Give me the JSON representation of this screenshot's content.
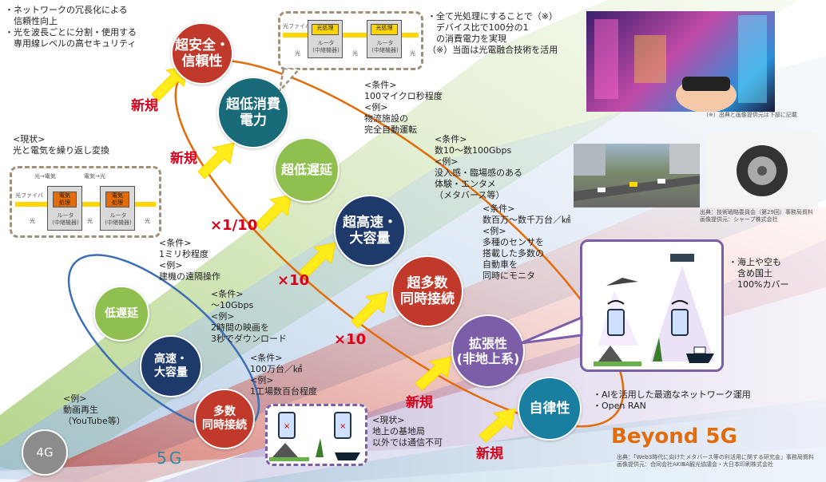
{
  "gen4": {
    "label": "4G",
    "example": "<例>\n動画再生\n（YouTube等）"
  },
  "gen5": {
    "label": "5G",
    "c_low_latency": "低遅延",
    "c_high_capacity": "高速・\n大容量",
    "c_multi": "多数\n同時接続",
    "cond_low_latency": "<条件>\n1ミリ秒程度\n<例>\n建機の遠隔操作",
    "cond_high_capacity": "<条件>\n～10Gbps\n<例>\n2時間の映画を\n3秒でダウンロード",
    "cond_multi": "<条件>\n100万台／㎢\n<例>\n1工場数百台程度"
  },
  "b5g": {
    "label": "Beyond 5G",
    "c_security": "超安全・\n信頼性",
    "c_power": "超低消費\n電力",
    "c_ultra_low_latency": "超低遅延",
    "c_ultra_high_capacity": "超高速・\n大容量",
    "c_ultra_multi": "超多数\n同時接続",
    "c_expand": "拡張性\n(非地上系)",
    "c_autonomy": "自律性",
    "cond_ultra_low_latency": "<条件>\n100マイクロ秒程度\n<例>\n物流施設の\n完全自動運転",
    "cond_ultra_high_capacity": "<条件>\n数10～数100Gbps\n<例>\n没入感・臨場感のある\n体験・エンタメ\n（メタバース等）",
    "cond_ultra_multi": "<条件>\n数百万～数千万台／㎢\n<例>\n多種のセンサを\n搭載した多数の\n自動車を\n同時にモニタ"
  },
  "multipliers": {
    "m1": "×1/10",
    "m2": "×10",
    "m3": "×10"
  },
  "new_label": "新規",
  "notes": {
    "security": "・ネットワークの冗長化による\n　信頼性向上\n・光を波長ごとに分割・使用する\n　専用線レベルの高セキュリティ",
    "current_conv": "<現状>\n光と電気を繰り返し変換",
    "power": "・全て光処理にすることで（※）\n　デバイス比で100分の1\n　の消費電力を実現\n（※）当面は光電融合技術を活用",
    "sea": "・海上や空も\n　含め国土\n　100%カバー",
    "ai": "・AIを活用した最適なネットワーク運用\n・Open RAN",
    "current_base": "<現状>\n地上の基地局\n以外では通信不可"
  },
  "diagram_top": {
    "fiber": "光ファイバ",
    "proc": "光処理",
    "router": "ルータ\n(中継機器)",
    "light": "光"
  },
  "diagram_left": {
    "fiber": "光ファイバ",
    "proc": "電気\n処理",
    "router": "ルータ\n(中継機器)",
    "light": "光",
    "o2e": "光→電気",
    "e2o": "電気→光"
  },
  "credits": {
    "metaverse": "（※）出典と画像提供元は下部に記載",
    "mobility": "出典：技術戦略委員会（第29回）事務局資料\n画像提供元：シャープ株式会社",
    "bottom": "出典：「Web3時代に向けたメタバース等の利活用に関する研究会」事務局資料\n画像提供元：合同会社AKIBA観光協議会・大日本印刷株式会社"
  },
  "colors": {
    "green": "#8fbf4f",
    "navy": "#1e3a6b",
    "red": "#c0392b",
    "purple": "#7b5ea7",
    "teal": "#1a7ea0",
    "orange": "#e26b0a",
    "blue": "#3c6fb4"
  }
}
